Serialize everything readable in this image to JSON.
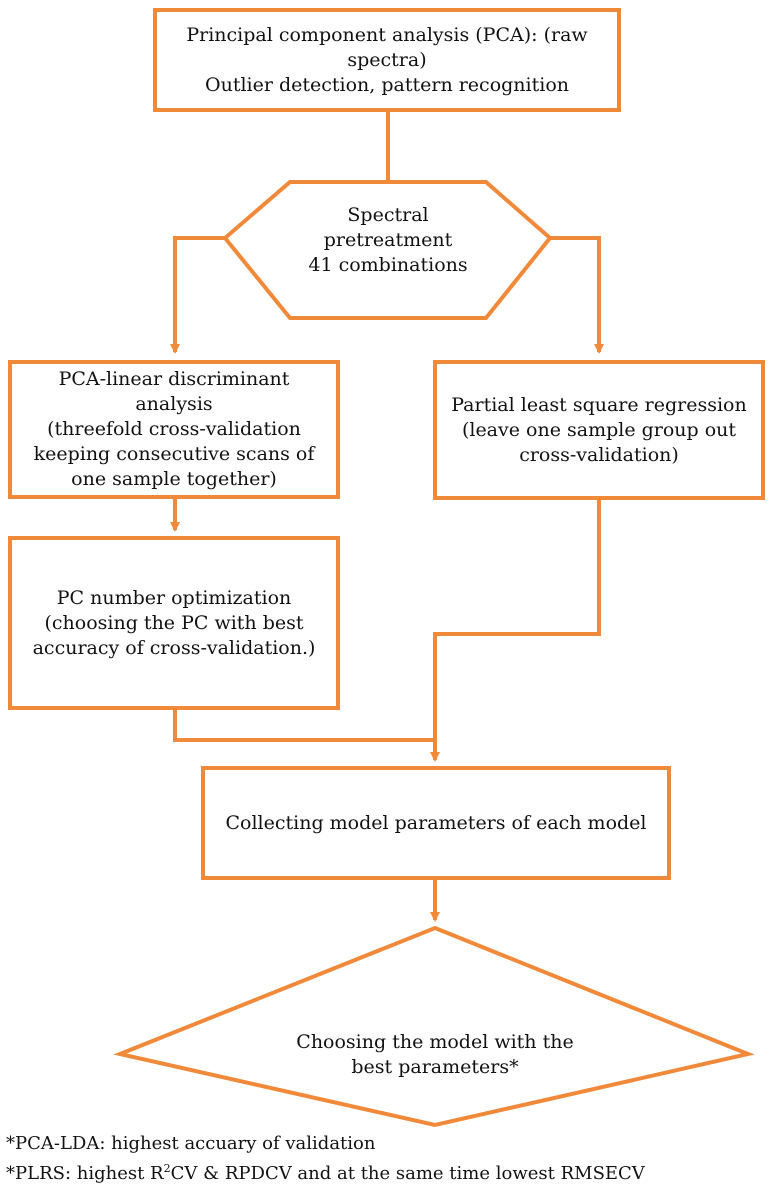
{
  "colors": {
    "accent": "#F08A3A",
    "text": "#111111"
  },
  "nodes": {
    "pca": {
      "lines": [
        "Principal component analysis (PCA): (raw",
        "spectra)",
        "Outlier detection, pattern recognition"
      ]
    },
    "pretreatment": {
      "lines": [
        "Spectral",
        "pretreatment",
        "41 combinations"
      ]
    },
    "pca_lda": {
      "lines": [
        "PCA-linear discriminant",
        "analysis",
        "(threefold cross-validation",
        "keeping consecutive scans of",
        "one sample together)"
      ]
    },
    "plsr": {
      "lines": [
        "Partial least square regression",
        "(leave one sample group out",
        "cross-validation)"
      ]
    },
    "pc_opt": {
      "lines": [
        "PC number optimization",
        "(choosing the PC with best",
        "accuracy of cross-validation.)"
      ]
    },
    "collect": {
      "lines": [
        "Collecting model parameters of each model"
      ]
    },
    "choose": {
      "lines": [
        "Choosing the model with the",
        "best parameters*"
      ]
    }
  },
  "footnotes": {
    "lda": "*PCA-LDA:  highest accuary of validation",
    "plrs_prefix": "*PLRS:  highest R",
    "plrs_sup": "2",
    "plrs_suffix": "CV & RPDCV   and at the same time lowest RMSECV"
  }
}
